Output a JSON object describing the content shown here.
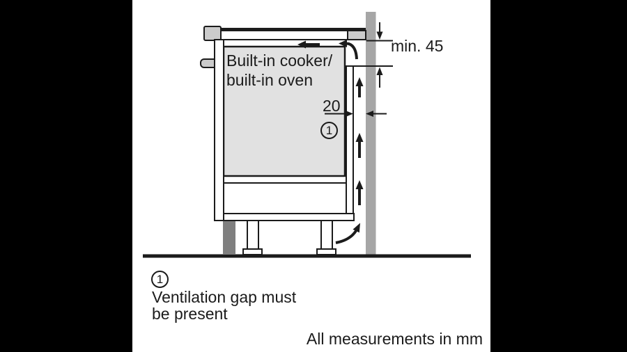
{
  "colors": {
    "letterbox": "#000000",
    "canvas": "#ffffff",
    "line": "#1b1b1b",
    "oven_fill": "#e1e1e1",
    "worktop_fill": "#cbcbcb",
    "wall_fill": "#a6a6a6",
    "plinth_fill": "#7f7f7f"
  },
  "diagram": {
    "appliance_label": {
      "line1": "Built-in cooker/",
      "line2": "built-in oven"
    },
    "dimensions": {
      "top_gap": "min. 45",
      "rear_gap": "20"
    },
    "callout": {
      "number": "1"
    }
  },
  "footnote": {
    "marker": "1",
    "line1": "Ventilation gap must",
    "line2": "be present"
  },
  "units_note": "All measurements in mm"
}
